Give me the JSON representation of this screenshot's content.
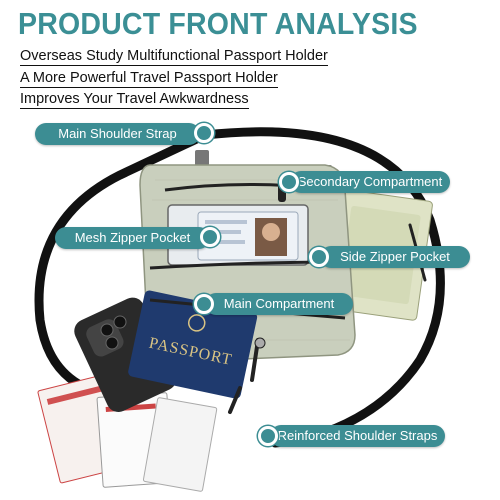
{
  "header": {
    "title": "PRODUCT FRONT ANALYSIS",
    "subtitle_lines": [
      "Overseas Study Multifunctional Passport Holder",
      "A More Powerful Travel Passport Holder",
      "Improves Your Travel Awkwardness"
    ]
  },
  "callouts": [
    "Main Shoulder Strap",
    "Secondary Compartment",
    "Mesh Zipper Pocket",
    "Side Zipper Pocket",
    "Main Compartment",
    "Reinforced Shoulder Straps"
  ],
  "product": {
    "passport_text": "PASSPORT"
  },
  "colors": {
    "accent": "#3c8d93",
    "pouch": "#c9cfbd",
    "strap": "#111111",
    "passport": "#1f3a6e"
  }
}
